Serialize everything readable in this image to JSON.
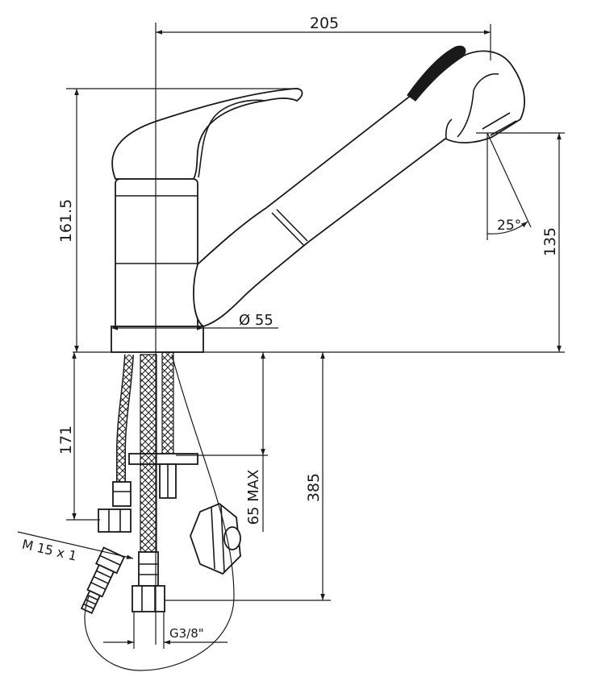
{
  "dimensions": {
    "width_total": "205",
    "height_total": "161.5",
    "spout_height": "135",
    "spray_angle": "25°",
    "base_diameter": "Ø 55",
    "below_counter": "171",
    "max_thickness": "65 MAX",
    "hose_length": "385",
    "thread_hose": "M 15 x 1",
    "thread_connection": "G3/8\""
  },
  "colors": {
    "line": "#1a1a1a",
    "background": "#ffffff"
  }
}
